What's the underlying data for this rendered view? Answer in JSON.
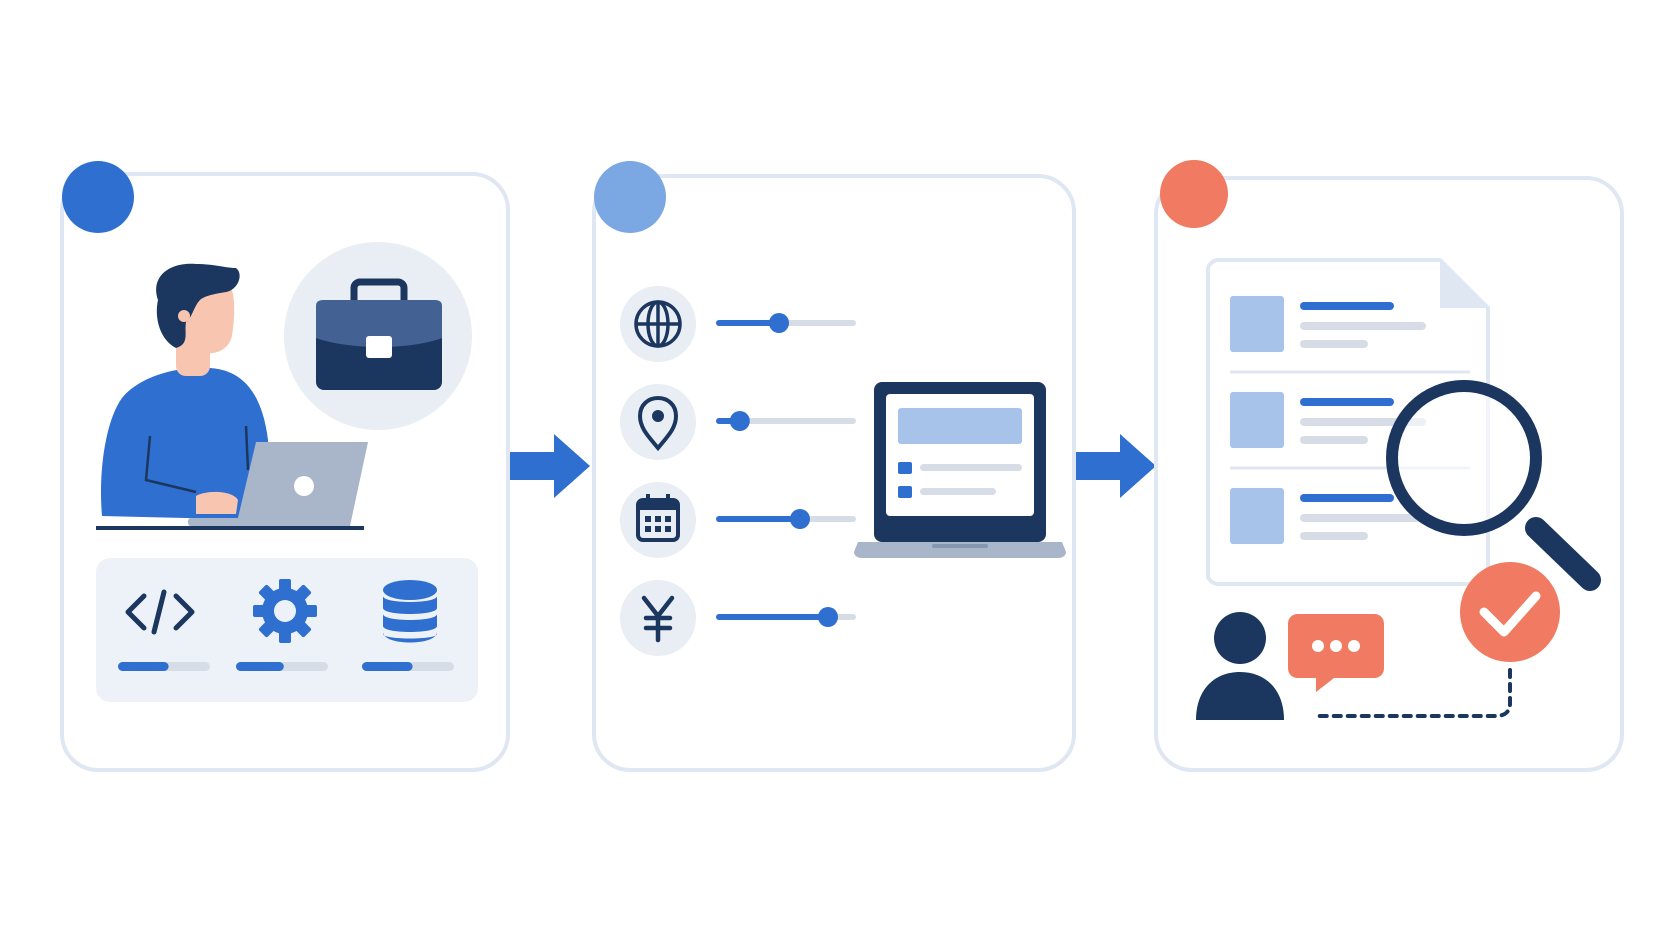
{
  "colors": {
    "card_border": "#dfe7f3",
    "primary_blue": "#2e6fd0",
    "light_blue": "#7ba7e3",
    "pale_blue": "#a8c3ea",
    "navy": "#1b365f",
    "coral": "#f07a62",
    "track_gray": "#d7dde6",
    "panel_fill": "#edf1f8",
    "circle_fill": "#e9edf4"
  },
  "steps": [
    {
      "id": "step-1",
      "badge_color": "#2e6fd0",
      "icons": [
        "person-icon",
        "laptop-icon",
        "briefcase-icon"
      ],
      "skills": [
        {
          "icon": "code-icon",
          "level": 0.55
        },
        {
          "icon": "gear-icon",
          "level": 0.52
        },
        {
          "icon": "database-icon",
          "level": 0.55
        }
      ]
    },
    {
      "id": "step-2",
      "badge_color": "#7ba7e3",
      "filters": [
        {
          "icon": "globe-icon",
          "level": 0.45
        },
        {
          "icon": "location-pin-icon",
          "level": 0.17
        },
        {
          "icon": "calendar-icon",
          "level": 0.6
        },
        {
          "icon": "yen-icon",
          "level": 0.8
        }
      ],
      "device": "laptop-with-list-icon"
    },
    {
      "id": "step-3",
      "badge_color": "#f07a62",
      "document_rows": 3,
      "icons": [
        "document-icon",
        "magnifier-icon",
        "person-icon",
        "chat-bubble-icon",
        "check-circle-icon"
      ]
    }
  ],
  "connectors": [
    "arrow-right-icon",
    "arrow-right-icon"
  ]
}
